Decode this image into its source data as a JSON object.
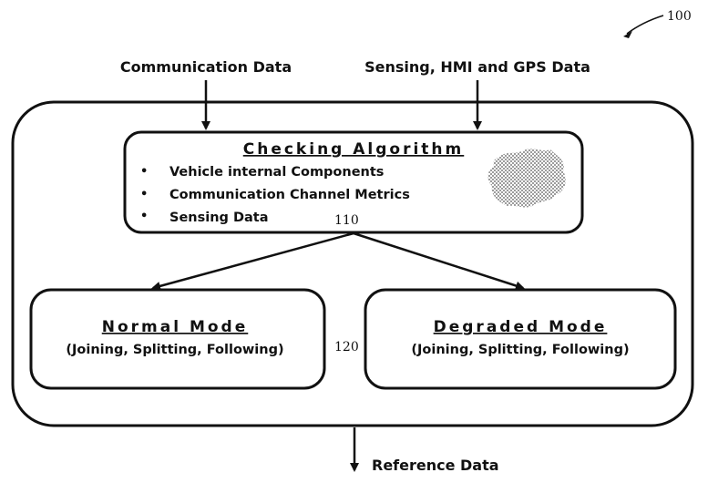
{
  "figure_ref": "100",
  "inputs": {
    "communication": "Communication Data",
    "sensing": "Sensing, HMI and GPS Data"
  },
  "checking": {
    "title": "Checking Algorithm",
    "items": [
      "Vehicle internal Components",
      "Communication Channel Metrics",
      "Sensing Data"
    ],
    "ref": "110"
  },
  "normal_mode": {
    "title": "Normal Mode",
    "subtitle": "(Joining, Splitting, Following)"
  },
  "degraded_mode": {
    "title": "Degraded Mode",
    "subtitle": "(Joining, Splitting, Following)"
  },
  "modes_ref": "120",
  "output": "Reference Data"
}
